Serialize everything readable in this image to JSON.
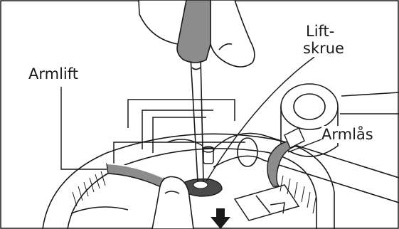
{
  "labels": {
    "arm_lift": "Armlift",
    "lift_screw_line1": "Lift-",
    "lift_screw_line2": "skrue",
    "arm_lock": "Armlås"
  },
  "colors": {
    "ink": "#1a1a1a",
    "highlight_gray": "#8c8c8c",
    "dark_gray": "#4a4a4a",
    "paper": "#ffffff"
  },
  "icons": {
    "push_direction": "down-arrow-icon"
  }
}
